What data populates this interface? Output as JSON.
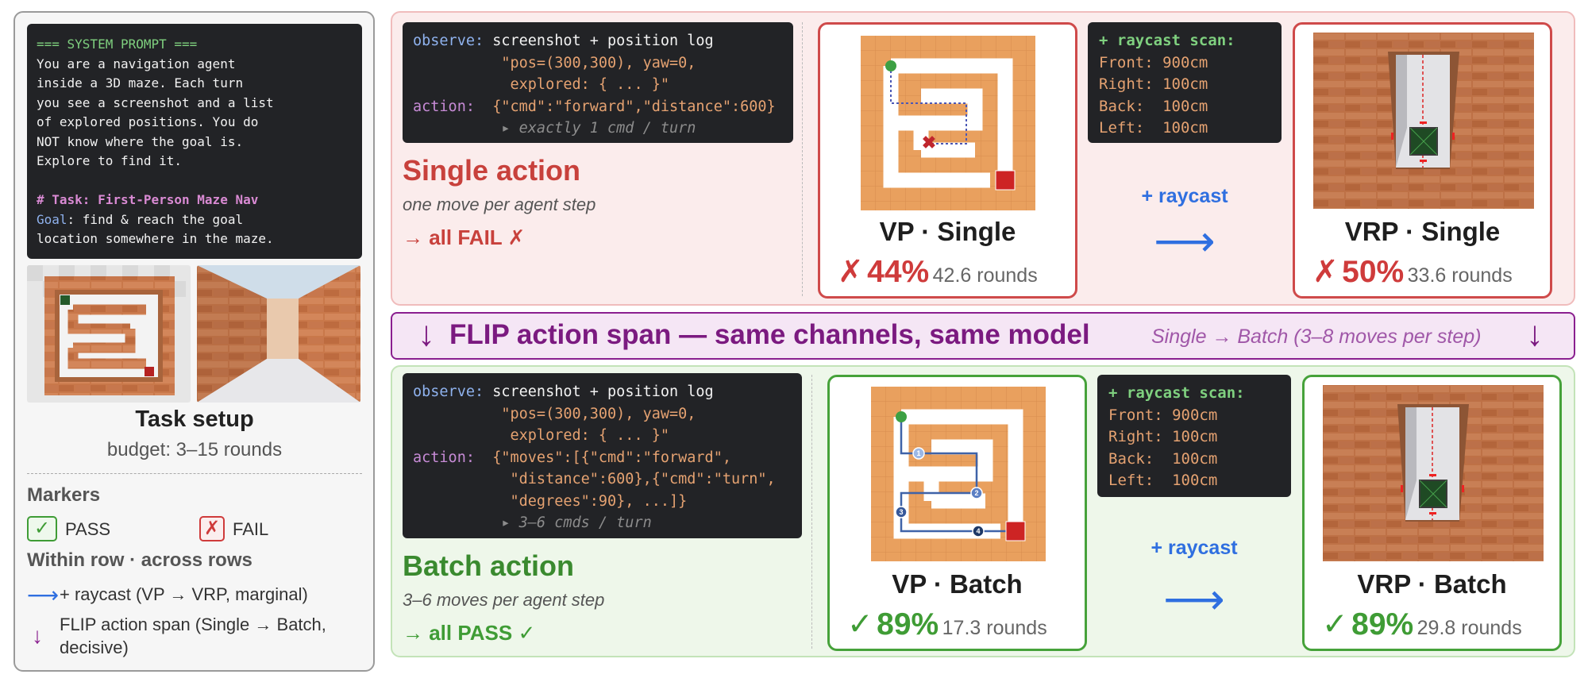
{
  "left": {
    "system_prompt": {
      "header": "=== SYSTEM PROMPT ===",
      "lines": [
        "You are a navigation agent",
        "inside a 3D maze. Each turn",
        "you see a screenshot and a list",
        "of explored positions. You do",
        "NOT know where the goal is.",
        "Explore to find it."
      ],
      "task_heading": "# Task: First-Person Maze Nav",
      "goal_key": "Goal",
      "goal_line1": ": find & reach the goal",
      "goal_line2": "location somewhere in the maze."
    },
    "task_title": "Task setup",
    "task_budget": "budget: 3–15 rounds",
    "markers_heading": "Markers",
    "pass_glyph": "✓",
    "pass_label": "PASS",
    "fail_glyph": "✗",
    "fail_label": "FAIL",
    "within_heading": "Within row · across rows",
    "legend_raycast_arrow": "⟶",
    "legend_raycast_text": "+ raycast (VP → VRP, marginal)",
    "legend_flip_arrow": "↓",
    "legend_flip_line1": "FLIP action span (Single → Batch,",
    "legend_flip_line2": "decisive)"
  },
  "single_row": {
    "code": {
      "observe_key": "observe:",
      "observe_val": " screenshot + position log",
      "line2": "          \"pos=(300,300), yaw=0,",
      "line3": "           explored: { ... }\"",
      "action_key": "action:",
      "action_val": "  {\"cmd\":\"forward\",\"distance\":600}",
      "note": "          ▸ exactly 1 cmd / turn"
    },
    "title": "Single action",
    "subtitle": "one move per agent step",
    "result": "→ all FAIL ✗",
    "vp_card": {
      "title": "VP · Single",
      "mark": "✗",
      "pct": "44%",
      "rounds": "42.6 rounds"
    },
    "scan": {
      "head": "+ raycast scan:",
      "front": "Front: 900cm",
      "right": "Right: 100cm",
      "back": "Back:  100cm",
      "left": "Left:  100cm"
    },
    "raycast_label": "+ raycast",
    "raycast_arrow": "⟶",
    "vrp_card": {
      "title": "VRP · Single",
      "mark": "✗",
      "pct": "50%",
      "rounds": "33.6 rounds"
    }
  },
  "flip": {
    "arrow": "↓",
    "main": "FLIP action span — same channels, same model",
    "side": "Single → Batch (3–8 moves per step)"
  },
  "batch_row": {
    "code": {
      "observe_key": "observe:",
      "observe_val": " screenshot + position log",
      "line2": "          \"pos=(300,300), yaw=0,",
      "line3": "           explored: { ... }\"",
      "action_key": "action:",
      "action_l1": "  {\"moves\":[{\"cmd\":\"forward\",",
      "action_l2": "           \"distance\":600},{\"cmd\":\"turn\",",
      "action_l3": "           \"degrees\":90}, ...]}",
      "note": "          ▸ 3–6 cmds / turn"
    },
    "title": "Batch action",
    "subtitle": "3–6 moves per agent step",
    "result": "→ all PASS ✓",
    "vp_card": {
      "title": "VP · Batch",
      "mark": "✓",
      "pct": "89%",
      "rounds": "17.3 rounds"
    },
    "scan": {
      "head": "+ raycast scan:",
      "front": "Front: 900cm",
      "right": "Right: 100cm",
      "back": "Back:  100cm",
      "left": "Left:  100cm"
    },
    "raycast_label": "+ raycast",
    "raycast_arrow": "⟶",
    "vrp_card": {
      "title": "VRP · Batch",
      "mark": "✓",
      "pct": "89%",
      "rounds": "29.8 rounds"
    },
    "waypoints": [
      "1",
      "2",
      "3",
      "4"
    ]
  },
  "colors": {
    "fail": "#cf3b3b",
    "pass": "#3f9c35",
    "raycast": "#2f6fe0",
    "flip": "#7b1a80"
  }
}
